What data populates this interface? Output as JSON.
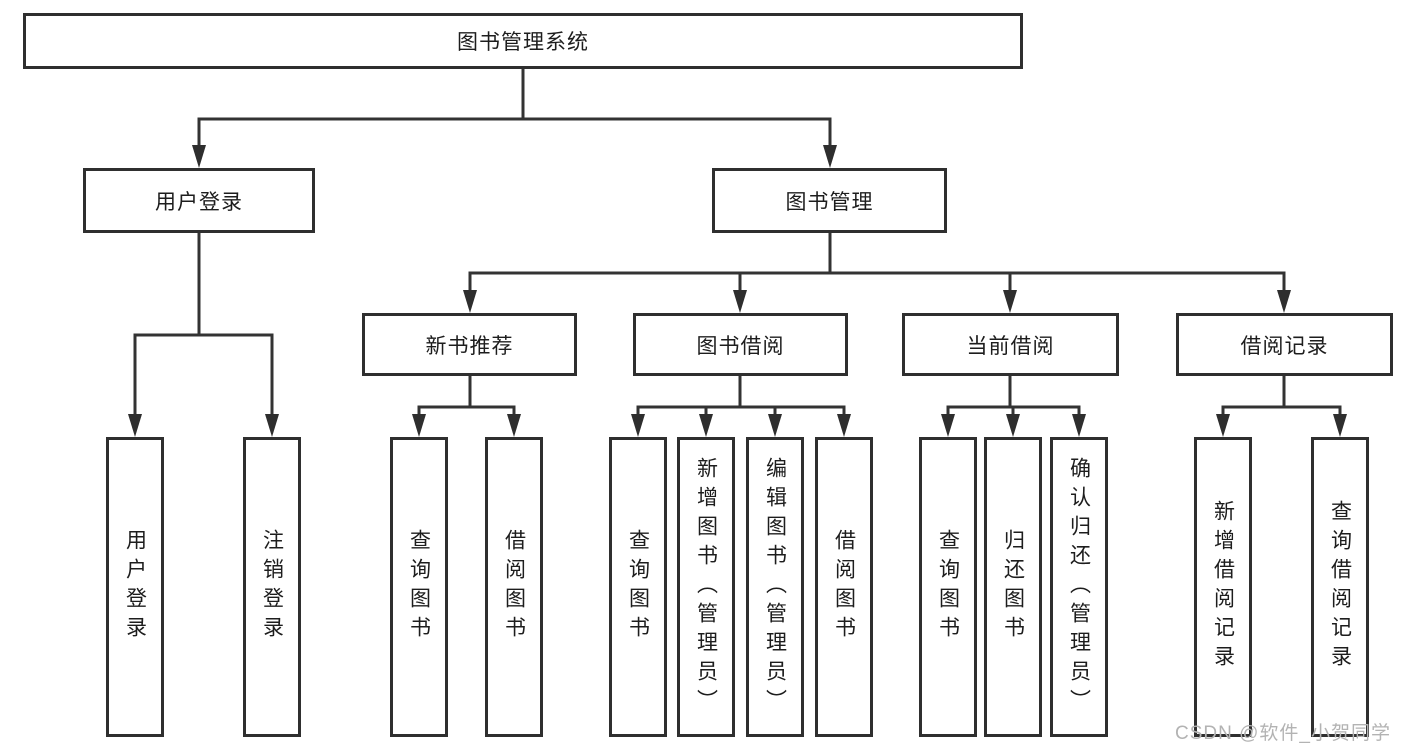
{
  "tree": {
    "label": "图书管理系统",
    "children": [
      {
        "label": "用户登录",
        "children": [
          {
            "label": "用户登录"
          },
          {
            "label": "注销登录"
          }
        ]
      },
      {
        "label": "图书管理",
        "children": [
          {
            "label": "新书推荐",
            "children": [
              {
                "label": "查询图书"
              },
              {
                "label": "借阅图书"
              }
            ]
          },
          {
            "label": "图书借阅",
            "children": [
              {
                "label": "查询图书"
              },
              {
                "label": "新增图书（管理员）"
              },
              {
                "label": "编辑图书（管理员）"
              },
              {
                "label": "借阅图书"
              }
            ]
          },
          {
            "label": "当前借阅",
            "children": [
              {
                "label": "查询图书"
              },
              {
                "label": "归还图书"
              },
              {
                "label": "确认归还（管理员）"
              }
            ]
          },
          {
            "label": "借阅记录",
            "children": [
              {
                "label": "新增借阅记录"
              },
              {
                "label": "查询借阅记录"
              }
            ]
          }
        ]
      }
    ]
  },
  "watermark": "CSDN @软件_小贺同学",
  "colors": {
    "line": "#333333",
    "arrow": "#2e2e2e",
    "border": "#2f2f2f",
    "text": "#1d1d1d",
    "watermark": "#b3b3b3",
    "background": "#ffffff"
  }
}
